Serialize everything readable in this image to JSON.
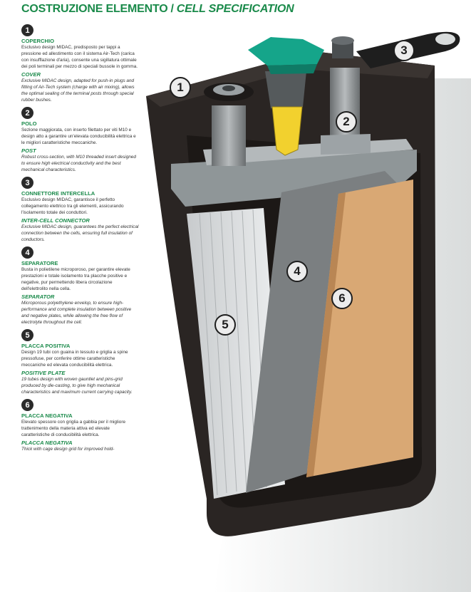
{
  "header": {
    "title_it": "COSTRUZIONE ELEMENTO",
    "separator": "/",
    "title_en": "CELL SPECIFICATION"
  },
  "sections": [
    {
      "num": "1",
      "title_it": "COPERCHIO",
      "text_it": "Esclusivo design MIDAC, predisposto per tappi a pressione ed allestimento con il sistema Air-Tech (carica con insufflazione d'aria), consente una sigillatura ottimale dei poli terminali per mezzo di speciali bussole in gomma.",
      "title_en": "COVER",
      "text_en": "Exclusive MIDAC design, adapted for push-in plugs and fitting of Air-Tech system (charge with air mixing), allows the optimal sealing of the terminal posts through special rubber bushes."
    },
    {
      "num": "2",
      "title_it": "POLO",
      "text_it": "Sezione maggiorata, con inserto filettato per viti M10 e design atto a garantire un'elevata conducibilità elettrica e le migliori caratteristiche meccaniche.",
      "title_en": "POST",
      "text_en": "Robust cross-section, with M10 threaded insert designed to ensure high electrical conductivity and the best mechanical characteristics."
    },
    {
      "num": "3",
      "title_it": "CONNETTORE INTERCELLA",
      "text_it": "Esclusivo design MIDAC, garantisce il perfetto collegamento elettrico tra gli elementi, assicurando l'isolamento totale dei conduttori.",
      "title_en": "INTER-CELL CONNECTOR",
      "text_en": "Exclusive MIDAC design, guarantees the perfect electrical connection between the cells, ensuring full insulation of conductors."
    },
    {
      "num": "4",
      "title_it": "SEPARATORE",
      "text_it": "Busta in polietilene microporoso, per garantire elevate prestazioni e totale isolamento tra placche positive e negative, pur permettendo libera circolazione dell'elettrolito nella cella.",
      "title_en": "SEPARATOR",
      "text_en": "Microporous polyethylene envelop, to ensure high-performance and complete insulation between positive and negative plates, while allowing the free flow of electrolyte throughout the cell."
    },
    {
      "num": "5",
      "title_it": "PLACCA POSITIVA",
      "text_it": "Design 19 tubi con guaina in tessuto e griglia a spine pressofuse, per conferire ottime caratteristiche meccaniche ed elevata conducibilità elettrica.",
      "title_en": "POSITIVE PLATE",
      "text_en": "19 tubes design with woven gauntlet and pins-grid produced by die-casting, to give high mechanical characteristics and maximum current carrying capacity."
    },
    {
      "num": "6",
      "title_it": "PLACCA NEGATIVA",
      "text_it": "Elevato spessore con griglia a gabbia per il migliore trattenimento della materia attiva ed elevate caratteristiche di conducibilità elettrica.",
      "title_en": "PLACCA NEGATIVA",
      "text_en": "Thick with cage design grid for improved hold-"
    }
  ],
  "callouts": [
    "1",
    "2",
    "3",
    "4",
    "5",
    "6"
  ]
}
